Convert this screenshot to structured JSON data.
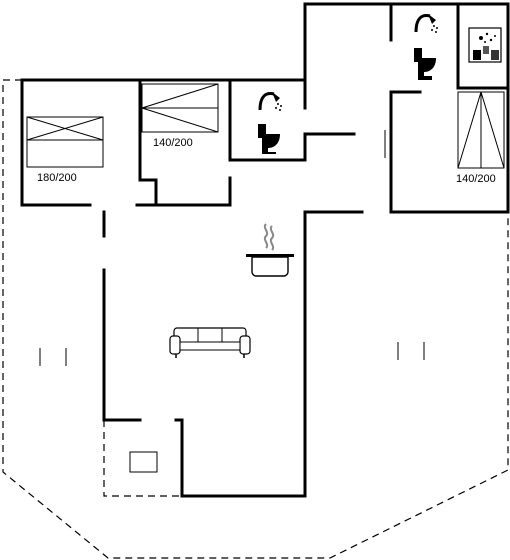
{
  "rooms": {
    "bedroom_1": {
      "bed_size": "180/200"
    },
    "bedroom_2": {
      "bed_size": "140/200"
    },
    "bedroom_3": {
      "bed_size": "140/200"
    }
  },
  "icons": {
    "toilet_1": "shower-toilet-icon",
    "toilet_2": "shower-toilet-icon",
    "sauna": "sauna-icon",
    "kitchen": "cooking-pot-icon",
    "living": "sofa-icon"
  }
}
